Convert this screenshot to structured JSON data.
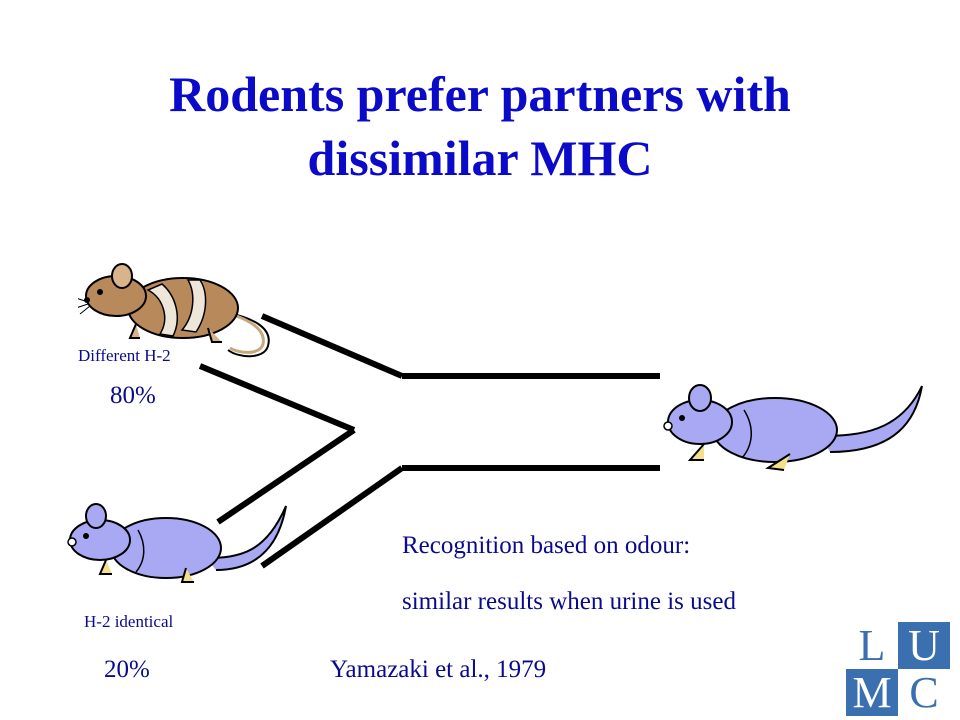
{
  "slide": {
    "title_line1": "Rodents prefer partners with",
    "title_line2": "dissimilar MHC",
    "different_label": "Different H-2",
    "different_pct": "80%",
    "identical_label": "H-2 identical",
    "identical_pct": "20%",
    "recognition_line1": "Recognition based on odour:",
    "recognition_line2": "similar results when urine is used",
    "citation": "Yamazaki et al., 1979"
  },
  "logo": {
    "letters": [
      "L",
      "U",
      "M",
      "C"
    ]
  },
  "colors": {
    "title": "#0a0ac8",
    "text": "#0a0a8c",
    "mouse_purple": "#a9a8f2",
    "mouse_brown": "#b8895a",
    "logo_blue": "#3a6fb0"
  },
  "icons": [
    "brown-mouse-icon",
    "purple-mouse-icon",
    "purple-mouse-icon"
  ]
}
